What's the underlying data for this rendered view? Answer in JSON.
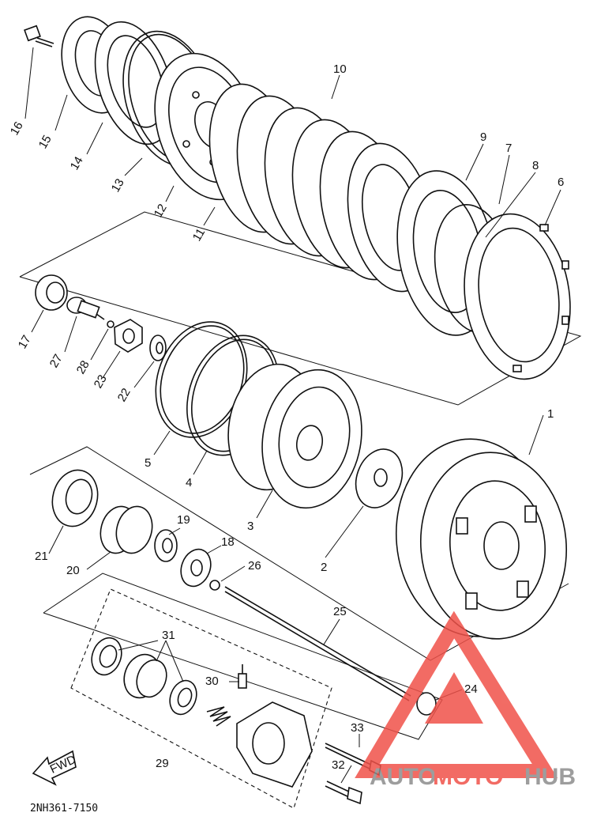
{
  "diagram": {
    "part_labels": {
      "p1": "1",
      "p2": "2",
      "p3": "3",
      "p4": "4",
      "p5": "5",
      "p6": "6",
      "p7": "7",
      "p8": "8",
      "p9": "9",
      "p10": "10",
      "p11": "11",
      "p12": "12",
      "p13": "13",
      "p14": "14",
      "p15": "15",
      "p16": "16",
      "p17": "17",
      "p18": "18",
      "p19": "19",
      "p20": "20",
      "p21": "21",
      "p22": "22",
      "p23": "23",
      "p24": "24",
      "p25": "25",
      "p26": "26",
      "p27": "27",
      "p28": "28",
      "p29": "29",
      "p30": "30",
      "p31": "31",
      "p32": "32",
      "p33": "33"
    },
    "fwd_label": "FWD",
    "drawing_code": "2NH361-7150"
  },
  "watermark": {
    "part1": "AUTO",
    "part2": "MOTO",
    "part3": "HUB",
    "color_red": "#f0524a",
    "color_gray": "#8c8c8c"
  }
}
